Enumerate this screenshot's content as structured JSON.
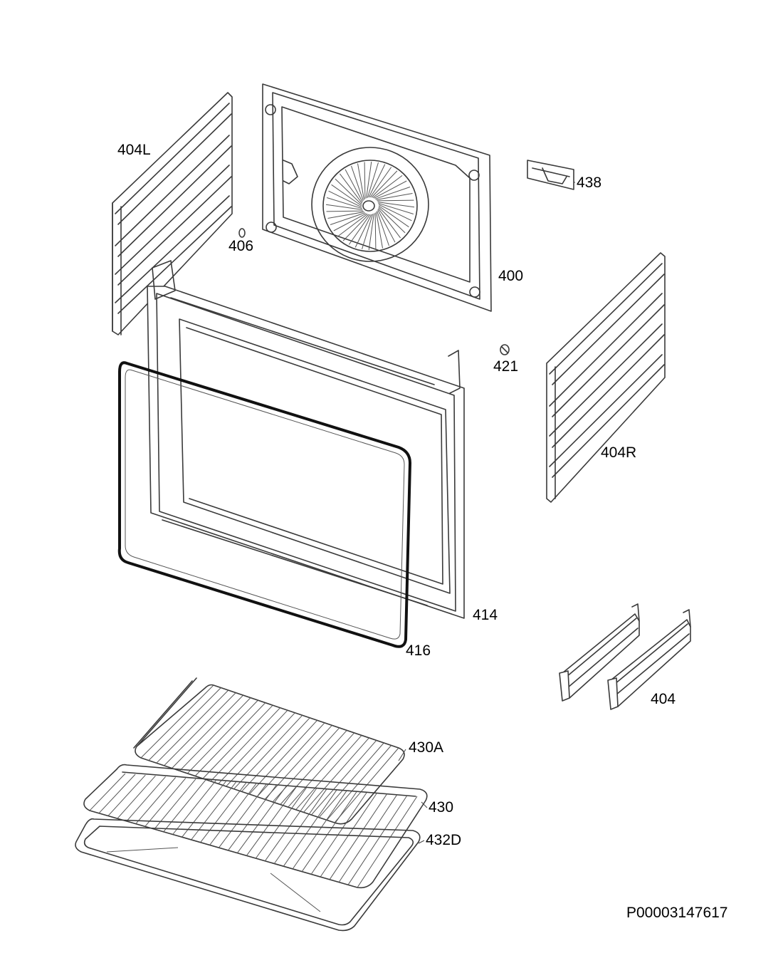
{
  "labels": {
    "p404L": "404L",
    "p406": "406",
    "p400": "400",
    "p438": "438",
    "p421": "421",
    "p404R": "404R",
    "p414": "414",
    "p416": "416",
    "p404": "404",
    "p430A": "430A",
    "p430": "430",
    "p432D": "432D"
  },
  "reference": "P00003147617"
}
